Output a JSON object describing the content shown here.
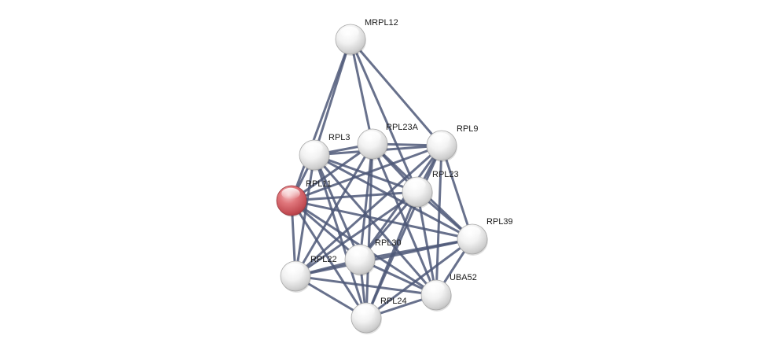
{
  "network": {
    "nodes": [
      {
        "id": "MRPL12",
        "label": "MRPL12",
        "highlight": false
      },
      {
        "id": "RPL3",
        "label": "RPL3",
        "highlight": false
      },
      {
        "id": "RPL23A",
        "label": "RPL23A",
        "highlight": false
      },
      {
        "id": "RPL9",
        "label": "RPL9",
        "highlight": false
      },
      {
        "id": "RPL11",
        "label": "RPL11",
        "highlight": true
      },
      {
        "id": "RPL23",
        "label": "RPL23",
        "highlight": false
      },
      {
        "id": "RPL39",
        "label": "RPL39",
        "highlight": false
      },
      {
        "id": "RPL30",
        "label": "RPL30",
        "highlight": false
      },
      {
        "id": "RPL22",
        "label": "RPL22",
        "highlight": false
      },
      {
        "id": "UBA52",
        "label": "UBA52",
        "highlight": false
      },
      {
        "id": "RPL24",
        "label": "RPL24",
        "highlight": false
      }
    ],
    "edges": [
      [
        "MRPL12",
        "RPL3"
      ],
      [
        "MRPL12",
        "RPL23A"
      ],
      [
        "MRPL12",
        "RPL9"
      ],
      [
        "MRPL12",
        "RPL23"
      ],
      [
        "MRPL12",
        "RPL11"
      ],
      [
        "RPL3",
        "RPL23A"
      ],
      [
        "RPL3",
        "RPL9"
      ],
      [
        "RPL3",
        "RPL11"
      ],
      [
        "RPL3",
        "RPL23"
      ],
      [
        "RPL3",
        "RPL39"
      ],
      [
        "RPL3",
        "RPL30"
      ],
      [
        "RPL3",
        "RPL22"
      ],
      [
        "RPL3",
        "UBA52"
      ],
      [
        "RPL3",
        "RPL24"
      ],
      [
        "RPL23A",
        "RPL9"
      ],
      [
        "RPL23A",
        "RPL11"
      ],
      [
        "RPL23A",
        "RPL23"
      ],
      [
        "RPL23A",
        "RPL39"
      ],
      [
        "RPL23A",
        "RPL30"
      ],
      [
        "RPL23A",
        "RPL22"
      ],
      [
        "RPL23A",
        "UBA52"
      ],
      [
        "RPL23A",
        "RPL24"
      ],
      [
        "RPL9",
        "RPL11"
      ],
      [
        "RPL9",
        "RPL23"
      ],
      [
        "RPL9",
        "RPL39"
      ],
      [
        "RPL9",
        "RPL30"
      ],
      [
        "RPL9",
        "RPL22"
      ],
      [
        "RPL9",
        "UBA52"
      ],
      [
        "RPL9",
        "RPL24"
      ],
      [
        "RPL11",
        "RPL23"
      ],
      [
        "RPL11",
        "RPL39"
      ],
      [
        "RPL11",
        "RPL30"
      ],
      [
        "RPL11",
        "RPL22"
      ],
      [
        "RPL11",
        "UBA52"
      ],
      [
        "RPL11",
        "RPL24"
      ],
      [
        "RPL23",
        "RPL39"
      ],
      [
        "RPL23",
        "RPL30"
      ],
      [
        "RPL23",
        "RPL22"
      ],
      [
        "RPL23",
        "UBA52"
      ],
      [
        "RPL23",
        "RPL24"
      ],
      [
        "RPL39",
        "RPL30"
      ],
      [
        "RPL39",
        "RPL22"
      ],
      [
        "RPL39",
        "UBA52"
      ],
      [
        "RPL39",
        "RPL24"
      ],
      [
        "RPL30",
        "RPL22"
      ],
      [
        "RPL30",
        "UBA52"
      ],
      [
        "RPL30",
        "RPL24"
      ],
      [
        "RPL22",
        "UBA52"
      ],
      [
        "RPL22",
        "RPL24"
      ],
      [
        "UBA52",
        "RPL24"
      ]
    ],
    "colors": {
      "edge": "#4d5878",
      "node_default": "#e6e6e6",
      "node_highlight": "#c9545a",
      "label": "#1a1a1a"
    }
  }
}
